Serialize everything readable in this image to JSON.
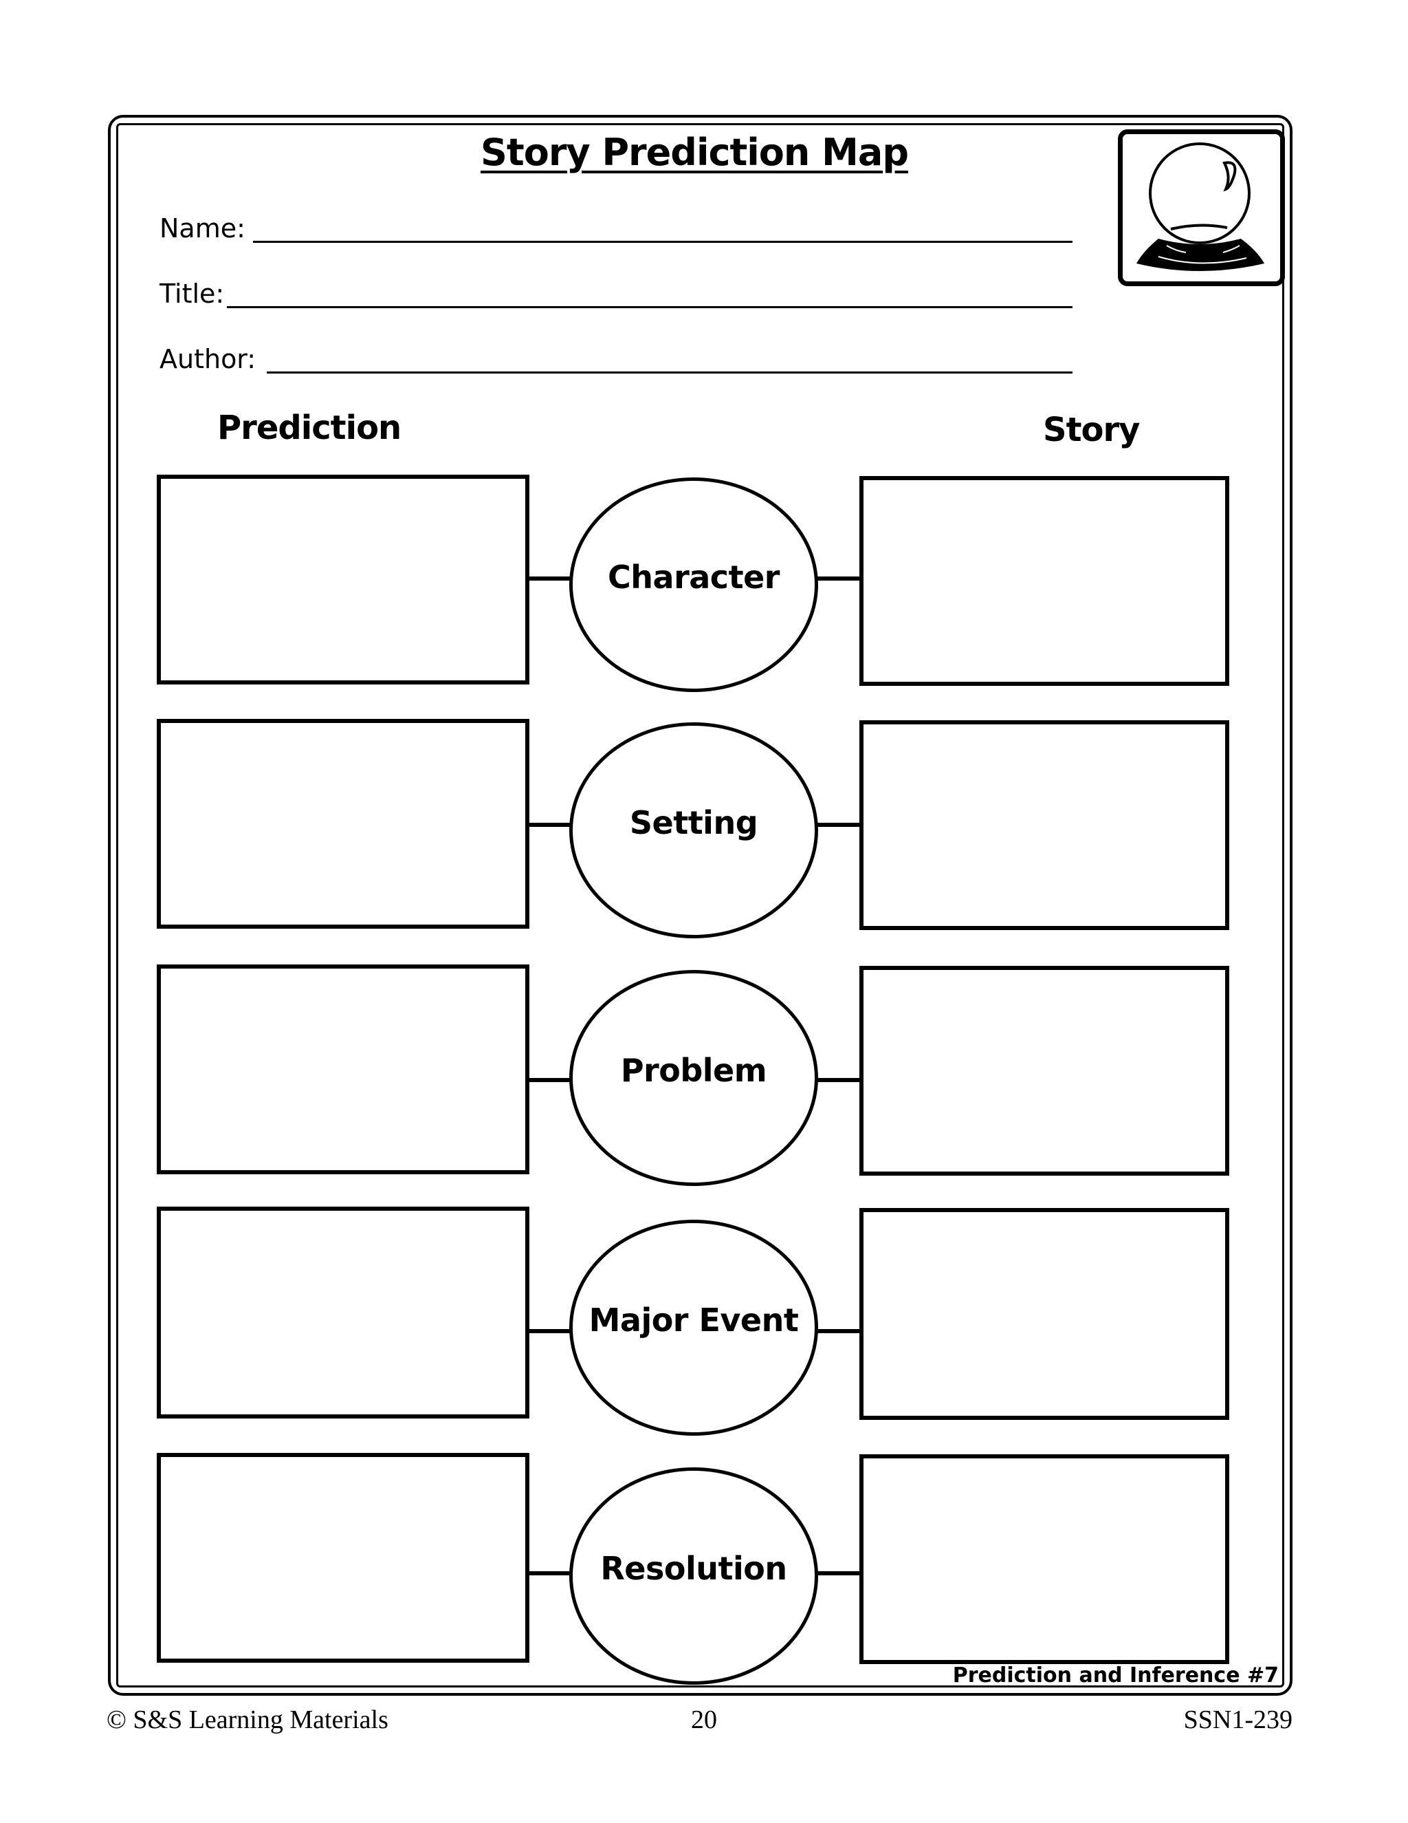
{
  "worksheet": {
    "title": "Story Prediction Map",
    "fields": [
      {
        "label": "Name:",
        "value": ""
      },
      {
        "label": "Title:",
        "value": ""
      },
      {
        "label": "Author:",
        "value": ""
      }
    ],
    "icon": "crystal-ball-icon",
    "columns": {
      "left": "Prediction",
      "right": "Story"
    },
    "rows": [
      {
        "label": "Character",
        "prediction": "",
        "story": ""
      },
      {
        "label": "Setting",
        "prediction": "",
        "story": ""
      },
      {
        "label": "Problem",
        "prediction": "",
        "story": ""
      },
      {
        "label": "Major Event",
        "prediction": "",
        "story": ""
      },
      {
        "label": "Resolution",
        "prediction": "",
        "story": ""
      }
    ],
    "series_tag": "Prediction and Inference #7"
  },
  "footer": {
    "publisher": "© S&S Learning Materials",
    "page_number": "20",
    "code": "SSN1-239"
  }
}
